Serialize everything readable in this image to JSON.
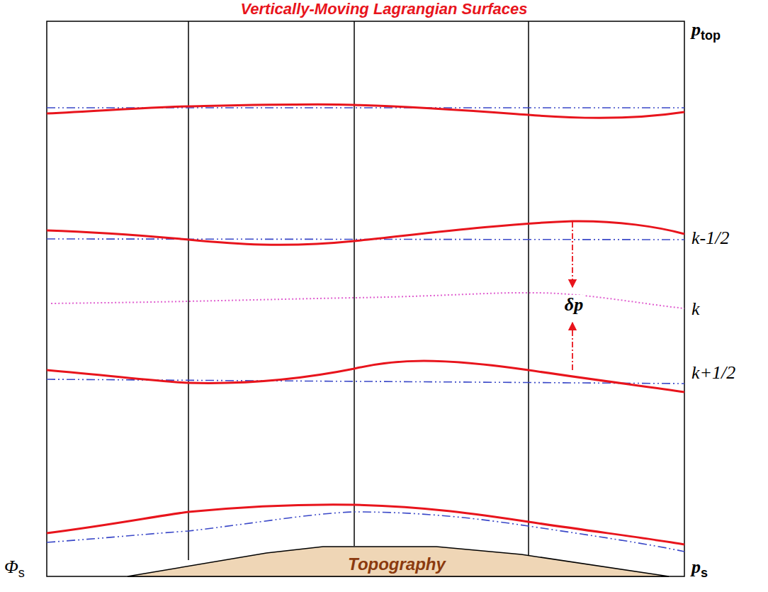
{
  "diagram": {
    "title": "Vertically-Moving Lagrangian Surfaces",
    "nodes": [
      {
        "text": [
          "Topography"
        ]
      }
    ],
    "labels": [
      "ptop",
      "k-1/2",
      "k",
      "k+1/2",
      "δp",
      "Φs",
      "ps"
    ]
  }
}
